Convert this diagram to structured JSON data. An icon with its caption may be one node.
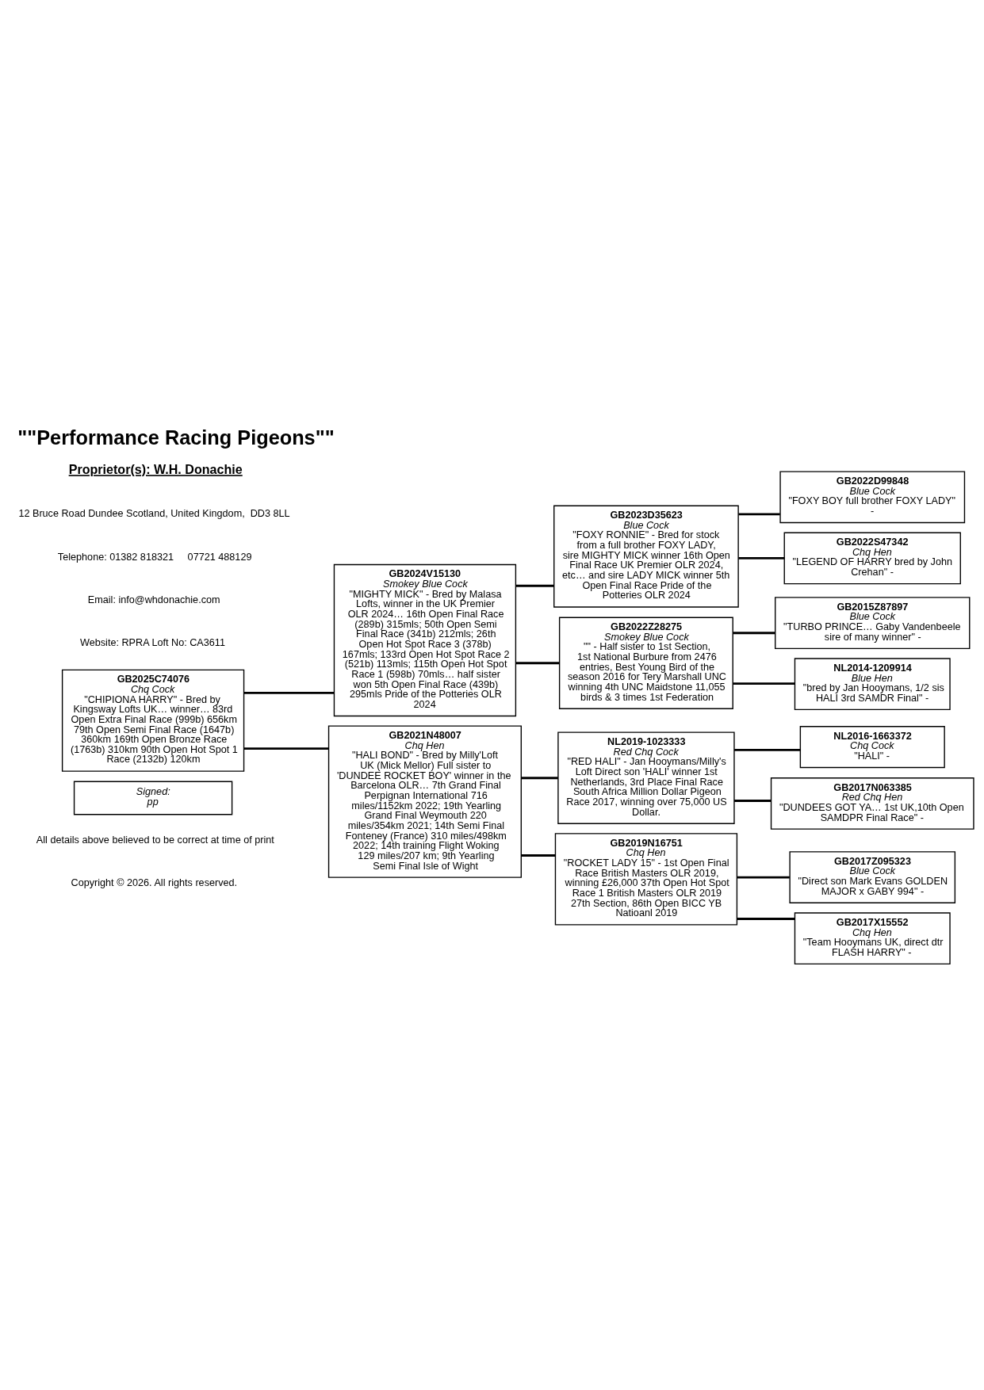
{
  "diagram": {
    "title": "\"\"Performance Racing Pigeons\"\"",
    "nodes": [
      {
        "text": [
          "GB2025C74076",
          "Chq Cock",
          "\"CHIPIONA HARRY\" - Bred by Kingsway Lofts UK… winner… 83rd Open Extra Final Race (999b) 656km 79th Open Semi Final Race (1647b) 360km 169th Open Bronze Race (1763b) 310km 90th Open Hot Spot 1 Race (2132b) 120km"
        ]
      },
      {
        "text": [
          "GB2024V15130",
          "Smokey Blue Cock",
          "\"MIGHTY MICK\" - Bred by Malasa Lofts, winner in the UK Premier OLR 2024… 16th Open Final Race (289b) 315mls; 50th Open Semi Final Race (341b) 212mls; 26th Open Hot Spot Race 3 (378b) 167mls; 133rd Open Hot Spot Race 2 (521b) 113mls; 115th Open Hot Spot Race 1 (598b) 70mls… half sister won 5th Open Final Race (439b) 295mls Pride of the Potteries OLR 2024"
        ]
      },
      {
        "text": [
          "GB2021N48007",
          "Chq Hen",
          "\"HALI BOND\" - Bred by Milly'Loft UK (Mick Mellor) Full sister to 'DUNDEE ROCKET BOY' winner in the Barcelona OLR… 7th Grand Final Perpignan International 716 miles/1152km 2022; 19th Yearling Grand Final Weymouth 220 miles/354km 2021; 14th Semi Final Fonteney (France) 310 miles/498km 2022; 14th training Flight Woking 129 miles/207 km; 9th Yearling Semi Final Isle of Wight"
        ]
      },
      {
        "text": [
          "GB2023D35623",
          "Blue Cock",
          "\"FOXY RONNIE\" - Bred for stock from a full brother FOXY LADY, sire MIGHTY MICK winner 16th Open Final Race UK Premier OLR 2024, etc… and sire LADY MICK winner 5th Open Final Race Pride of the Potteries OLR 2024"
        ]
      },
      {
        "text": [
          "GB2022Z28275",
          "Smokey Blue Cock",
          "\"\" - Half sister to 1st Section, 1st National Burbure from 2476 entries, Best Young Bird of the season 2016 for Tery Marshall UNC winning 4th UNC Maidstone 11,055 birds & 3 times 1st Federation"
        ]
      },
      {
        "text": [
          "NL2019-1023333",
          "Red Chq Cock",
          "\"RED HALI\" - Jan Hooymans/Milly's Loft Direct son 'HALI' winner 1st Netherlands, 3rd Place Final Race South Africa Million Dollar Pigeon Race 2017, winning over 75,000 US Dollar."
        ]
      },
      {
        "text": [
          "GB2019N16751",
          "Chq Hen",
          "\"ROCKET LADY 15\" - 1st Open Final Race British Masters OLR 2019, winning £26,000 37th Open Hot Spot Race 1 British Masters OLR 2019 27th Section, 86th Open BICC YB Natioanl 2019"
        ]
      },
      {
        "text": [
          "GB2022D99848",
          "Blue Cock",
          "\"FOXY BOY full brother FOXY LADY\" -"
        ]
      },
      {
        "text": [
          "GB2022S47342",
          "Chq Hen",
          "\"LEGEND OF HARRY bred by John Crehan\" -"
        ]
      },
      {
        "text": [
          "GB2015Z87897",
          "Blue Cock",
          "\"TURBO PRINCE… Gaby Vandenbeele sire of many winner\" -"
        ]
      },
      {
        "text": [
          "NL2014-1209914",
          "Blue Hen",
          "\"bred by Jan Hooymans, 1/2 sis HALI 3rd SAMDR Final\" -"
        ]
      },
      {
        "text": [
          "NL2016-1663372",
          "Chq Cock",
          "\"HALI\" -"
        ]
      },
      {
        "text": [
          "GB2017N063385",
          "Red Chq Hen",
          "\"DUNDEES GOT YA… 1st UK,10th Open SAMDPR Final Race\" -"
        ]
      },
      {
        "text": [
          "GB2017Z095323",
          "Blue Cock",
          "\"Direct son Mark Evans GOLDEN MAJOR x GABY 994\" -"
        ]
      },
      {
        "text": [
          "GB2017X15552",
          "Chq Hen",
          "\"Team Hooymans UK, direct dtr FLASH HARRY\" -"
        ]
      },
      {
        "text": [
          "Signed:",
          "pp"
        ]
      }
    ],
    "edges": [
      {
        "from": 0,
        "to": 1,
        "arrow": "none"
      },
      {
        "from": 0,
        "to": 2,
        "arrow": "none"
      },
      {
        "from": 1,
        "to": 3,
        "arrow": "none"
      },
      {
        "from": 1,
        "to": 4,
        "arrow": "none"
      },
      {
        "from": 2,
        "to": 5,
        "arrow": "none"
      },
      {
        "from": 2,
        "to": 6,
        "arrow": "none"
      },
      {
        "from": 3,
        "to": 7,
        "arrow": "none"
      },
      {
        "from": 3,
        "to": 8,
        "arrow": "none"
      },
      {
        "from": 4,
        "to": 9,
        "arrow": "none"
      },
      {
        "from": 4,
        "to": 10,
        "arrow": "none"
      },
      {
        "from": 5,
        "to": 11,
        "arrow": "none"
      },
      {
        "from": 5,
        "to": 12,
        "arrow": "none"
      },
      {
        "from": 6,
        "to": 13,
        "arrow": "none"
      },
      {
        "from": 6,
        "to": 14,
        "arrow": "none"
      }
    ],
    "labels": [
      "Proprietor(s): W.H. Donachie",
      "12 Bruce Road Dundee Scotland, United Kingdom,  DD3 8LL",
      "Telephone: 01382 818321     07721 488129",
      "Email: info@whdonachie.com",
      "Website: RPRA Loft No: CA3611",
      "All details above believed to be correct at time of print",
      "Copyright © 2026. All rights reserved."
    ]
  }
}
